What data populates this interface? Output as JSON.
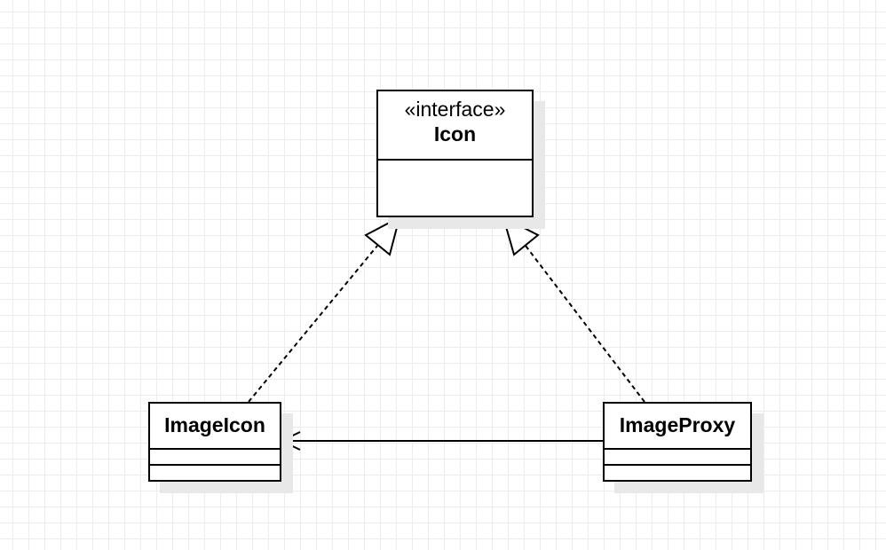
{
  "diagram": {
    "classes": {
      "icon": {
        "stereotype": "«interface»",
        "name": "Icon"
      },
      "image_icon": {
        "name": "ImageIcon"
      },
      "image_proxy": {
        "name": "ImageProxy"
      }
    },
    "relationships": [
      {
        "type": "realization",
        "from": "ImageIcon",
        "to": "Icon"
      },
      {
        "type": "realization",
        "from": "ImageProxy",
        "to": "Icon"
      },
      {
        "type": "association",
        "from": "ImageProxy",
        "to": "ImageIcon"
      }
    ]
  }
}
